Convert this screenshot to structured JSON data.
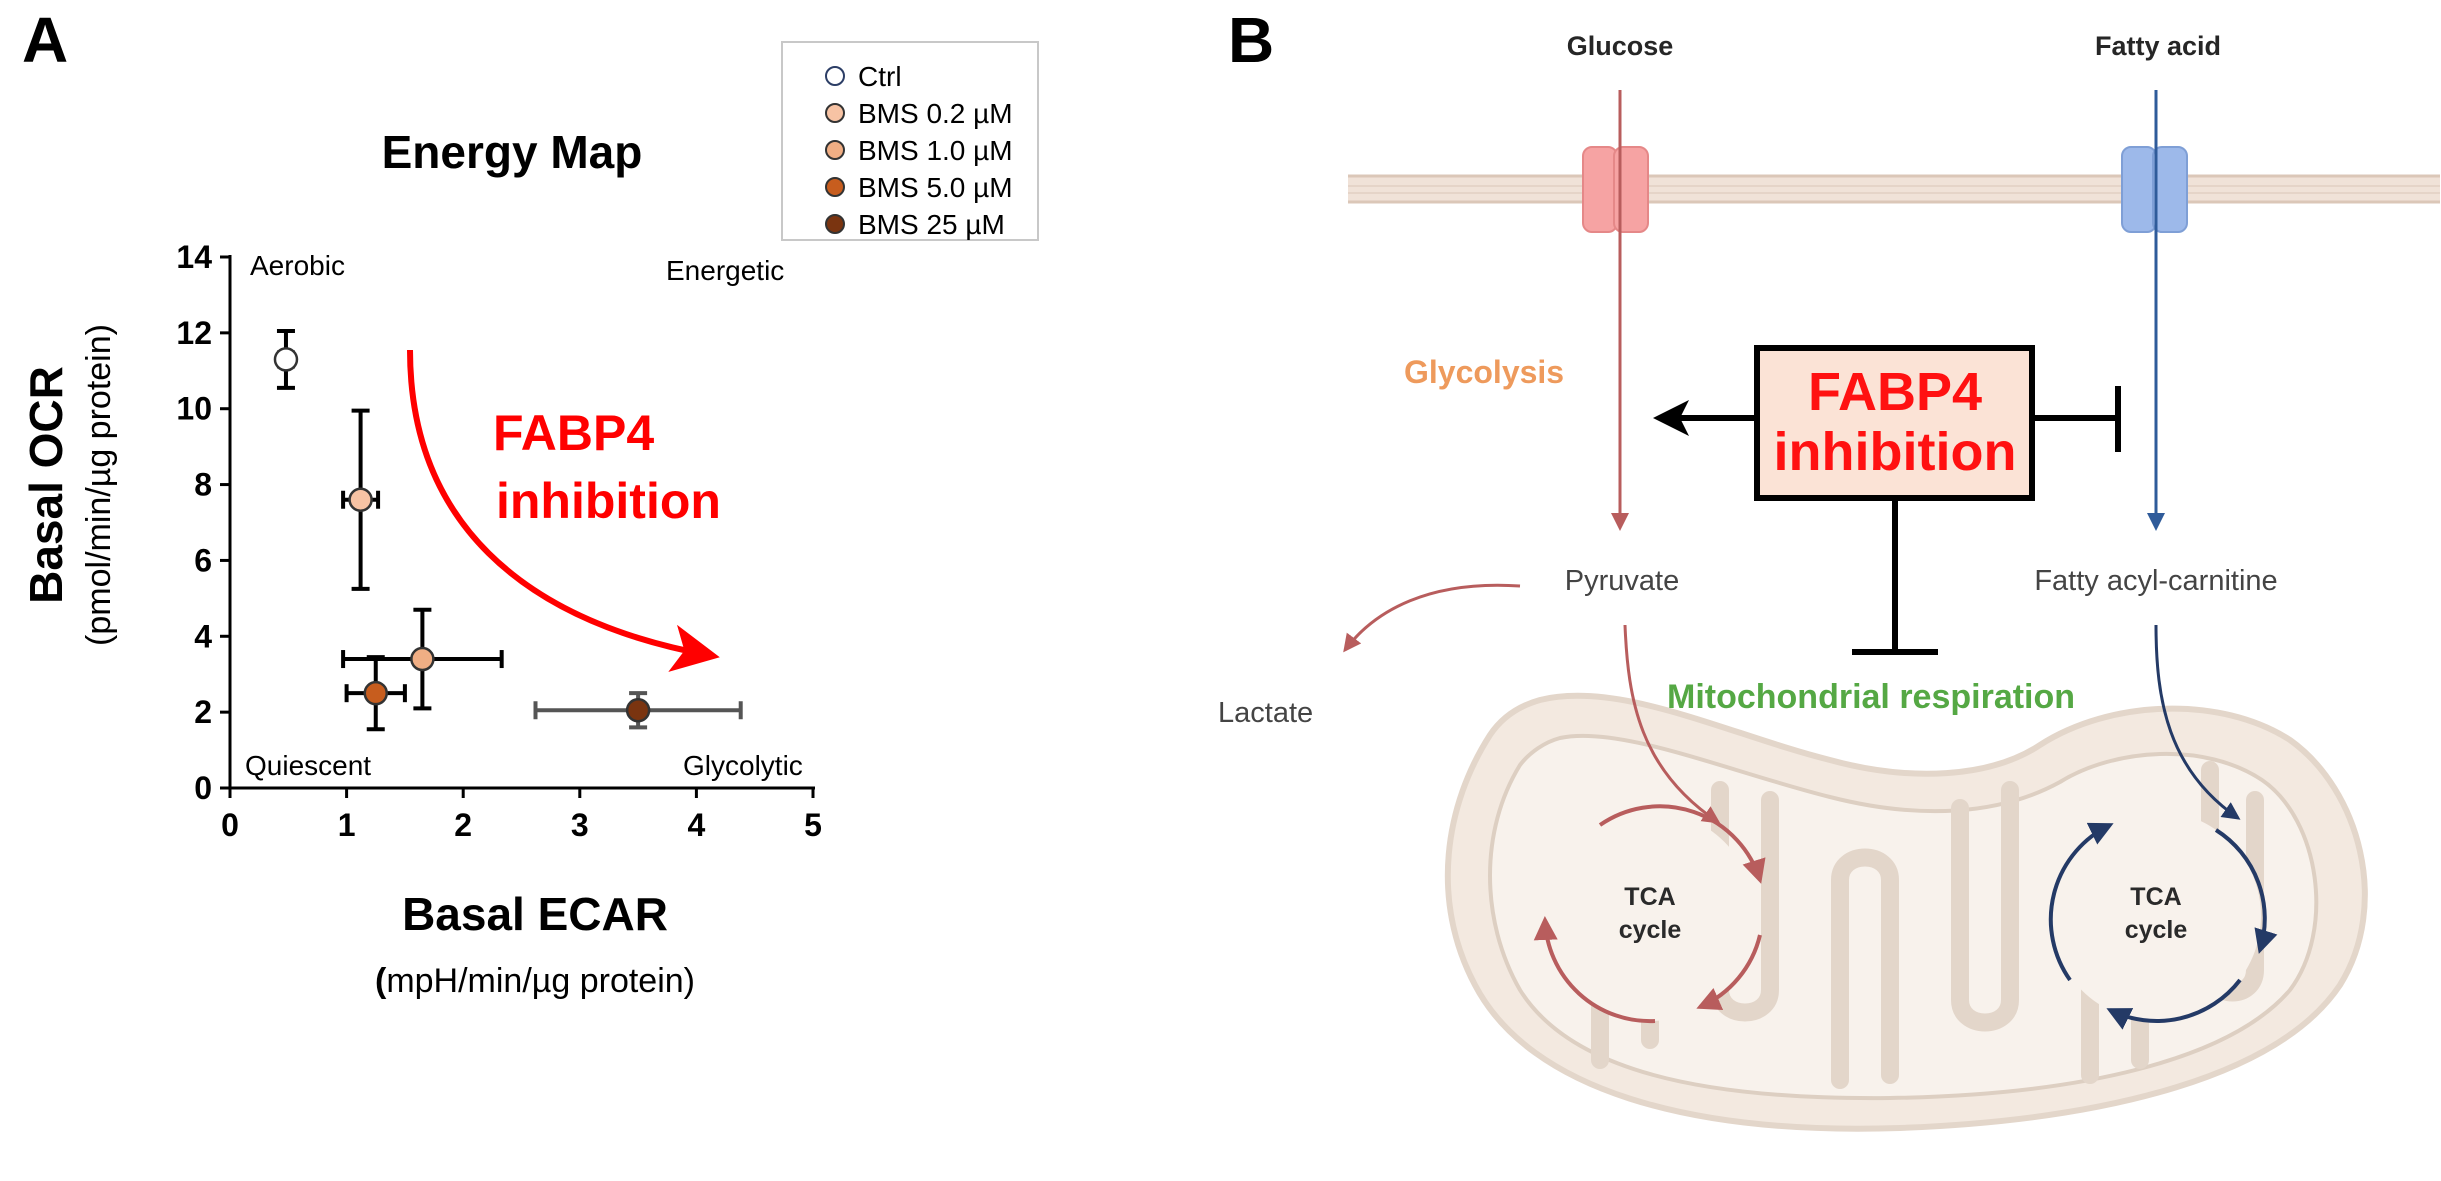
{
  "panel_a": {
    "letter": "A",
    "quadrants": {
      "top_left": "Aerobic",
      "top_right": "Energetic",
      "bottom_left": "Quiescent",
      "bottom_right": "Glycolytic"
    },
    "arrow_label": [
      "FABP4",
      "inhibition"
    ],
    "y_subtitle": "(pmol/min/µg protein)",
    "x_subtitle_paren": "(",
    "x_subtitle_rest": "mpH/min/µg protein)"
  },
  "panel_b": {
    "letter": "B",
    "glucose": "Glucose",
    "fatty_acid": "Fatty acid",
    "glycolysis": "Glycolysis",
    "pyruvate": "Pyruvate",
    "lactate": "Lactate",
    "fatty_acyl_carnitine": "Fatty acyl-carnitine",
    "mito_resp": "Mitochondrial respiration",
    "fabp4_line1": "FABP4",
    "fabp4_line2": "inhibition",
    "tca_left": [
      "TCA",
      "cycle"
    ],
    "tca_right": [
      "TCA",
      "cycle"
    ]
  },
  "colors": {
    "arrow_red": "#ff0000",
    "glucose_path": "#b85d5d",
    "fatty_path": "#2f5b9a",
    "tca_right": "#243a66",
    "glycolysis_label": "#ee9a5c",
    "mito_label": "#55a844",
    "fabp4_box_fill": "#fbe3d6",
    "mitochondrion": "#f2e8df"
  },
  "chart_data": {
    "type": "scatter",
    "title": "Energy Map",
    "xlabel": "Basal ECAR",
    "ylabel": "Basal OCR",
    "xlim": [
      0,
      5
    ],
    "ylim": [
      0,
      14
    ],
    "xticks": [
      0,
      1,
      2,
      3,
      4,
      5
    ],
    "yticks": [
      0,
      2,
      4,
      6,
      8,
      10,
      12,
      14
    ],
    "grid": false,
    "legend_position": "top-right",
    "series": [
      {
        "name": "Ctrl",
        "color": "#ffffff",
        "x": 0.48,
        "y": 11.3,
        "xerr": 0.06,
        "yerr": 0.75
      },
      {
        "name": "BMS 0.2 µM",
        "color": "#f7c3a4",
        "x": 1.12,
        "y": 7.6,
        "xerr": 0.15,
        "yerr": 2.35
      },
      {
        "name": "BMS 1.0 µM",
        "color": "#f0ae84",
        "x": 1.65,
        "y": 3.4,
        "xerr": 0.68,
        "yerr": 1.3
      },
      {
        "name": "BMS 5.0 µM",
        "color": "#c75d1e",
        "x": 1.25,
        "y": 2.5,
        "xerr": 0.25,
        "yerr": 0.95
      },
      {
        "name": "BMS 25 µM",
        "color": "#7a3410",
        "x": 3.5,
        "y": 2.05,
        "xerr": 0.88,
        "yerr": 0.45
      }
    ]
  }
}
